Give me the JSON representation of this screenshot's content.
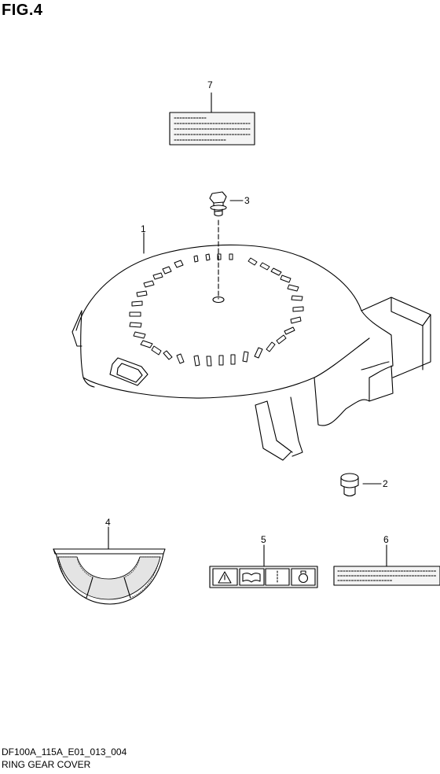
{
  "figure": {
    "title": "FIG.4",
    "code": "DF100A_115A_E01_013_004",
    "name": "RING GEAR COVER"
  },
  "callouts": [
    {
      "id": "1",
      "part": "ring-gear-cover"
    },
    {
      "id": "2",
      "part": "grommet"
    },
    {
      "id": "3",
      "part": "bolt"
    },
    {
      "id": "4",
      "part": "heat-protector-plate"
    },
    {
      "id": "5",
      "part": "caution-label-icons"
    },
    {
      "id": "6",
      "part": "label-strip"
    },
    {
      "id": "7",
      "part": "label-plate"
    }
  ],
  "colors": {
    "line": "#000000",
    "background": "#ffffff",
    "label_fill": "#e8e8e8"
  }
}
